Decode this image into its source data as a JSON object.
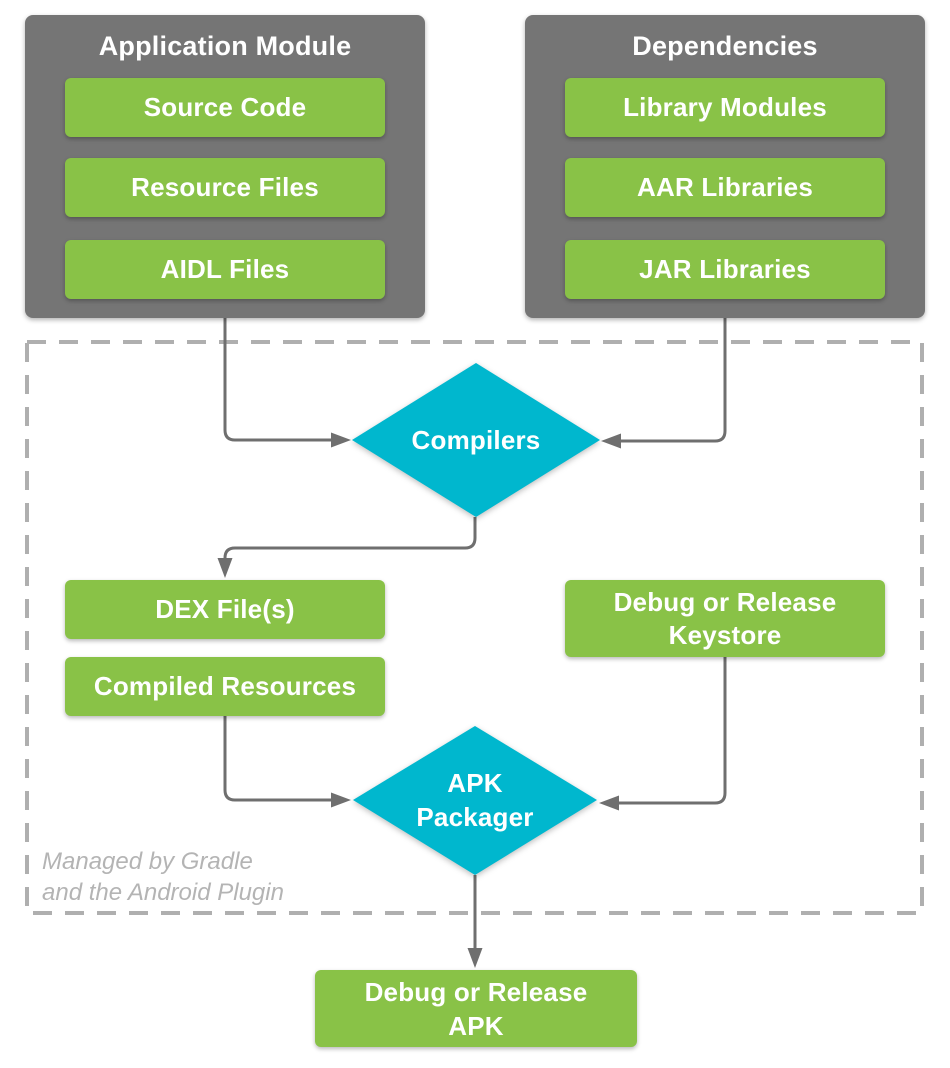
{
  "panels": {
    "app_module": {
      "title": "Application Module",
      "items": [
        "Source Code",
        "Resource Files",
        "AIDL Files"
      ]
    },
    "dependencies": {
      "title": "Dependencies",
      "items": [
        "Library Modules",
        "AAR Libraries",
        "JAR Libraries"
      ]
    }
  },
  "gradle_zone": {
    "caption": "Managed by Gradle\nand the Android Plugin",
    "compilers_label": "Compilers",
    "dex_label": "DEX File(s)",
    "compiled_resources_label": "Compiled Resources",
    "keystore_label": "Debug or Release\nKeystore",
    "apk_packager_label": "APK\nPackager"
  },
  "output": {
    "apk_label": "Debug or Release\nAPK"
  },
  "colors": {
    "box_green": "#89C247",
    "diamond_cyan": "#00B7CE",
    "panel_gray": "#757575",
    "connector_gray": "#6F6F6F",
    "dashed_border_gray": "#AFAFAF",
    "caption_gray": "#B4B4B4",
    "label_white": "#FFFFFF"
  }
}
